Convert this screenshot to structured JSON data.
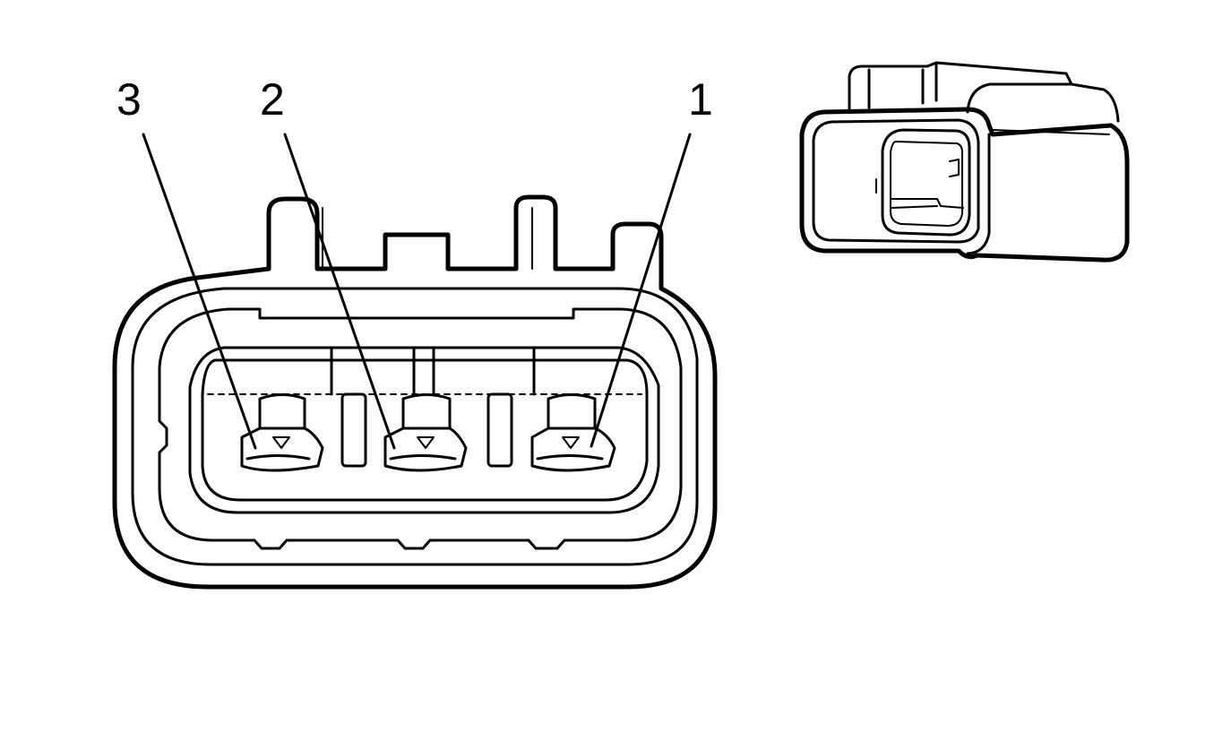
{
  "diagram": {
    "callouts": [
      {
        "id": "3",
        "label": "3"
      },
      {
        "id": "2",
        "label": "2"
      },
      {
        "id": "1",
        "label": "1"
      }
    ]
  }
}
